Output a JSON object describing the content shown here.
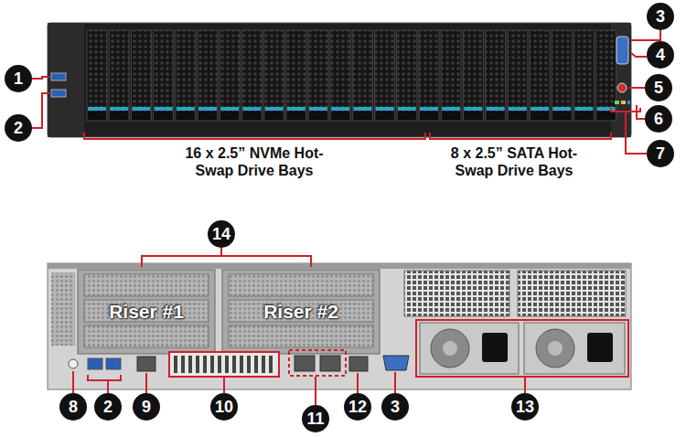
{
  "diagram": {
    "nodes": [
      {
        "text": [
          "1"
        ]
      },
      {
        "text": [
          "2"
        ]
      },
      {
        "text": [
          "3"
        ]
      },
      {
        "text": [
          "4"
        ]
      },
      {
        "text": [
          "5"
        ]
      },
      {
        "text": [
          "6"
        ]
      },
      {
        "text": [
          "7"
        ]
      },
      {
        "text": [
          "14"
        ]
      },
      {
        "text": [
          "Riser #1"
        ]
      },
      {
        "text": [
          "Riser #2"
        ]
      },
      {
        "text": [
          "8"
        ]
      },
      {
        "text": [
          "2"
        ]
      },
      {
        "text": [
          "9"
        ]
      },
      {
        "text": [
          "10"
        ]
      },
      {
        "text": [
          "11"
        ]
      },
      {
        "text": [
          "12"
        ]
      },
      {
        "text": [
          "3"
        ]
      },
      {
        "text": [
          "13"
        ]
      }
    ],
    "labels": [
      "16 x 2.5” NVMe Hot-Swap Drive Bays",
      "8 x 2.5” SATA Hot-Swap Drive Bays"
    ]
  }
}
